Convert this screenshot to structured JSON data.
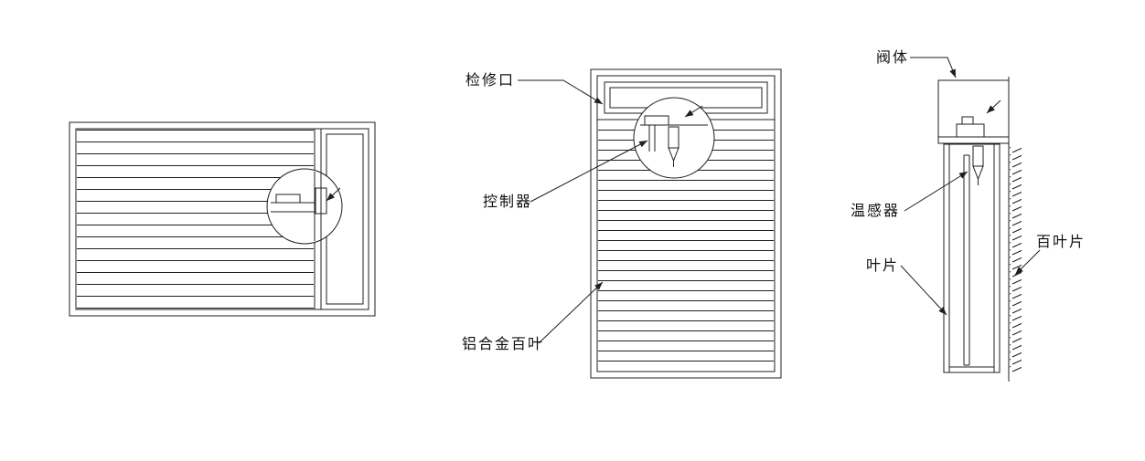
{
  "labels": {
    "inspection_port": "检修口",
    "controller": "控制器",
    "aluminum_louver": "铝合金百叶",
    "valve_body": "阀体",
    "temperature_sensor": "温感器",
    "blade": "叶片",
    "louver_blade": "百叶片"
  },
  "colors": {
    "line": "#1f1f1f",
    "background": "#ffffff",
    "text": "#111111"
  }
}
